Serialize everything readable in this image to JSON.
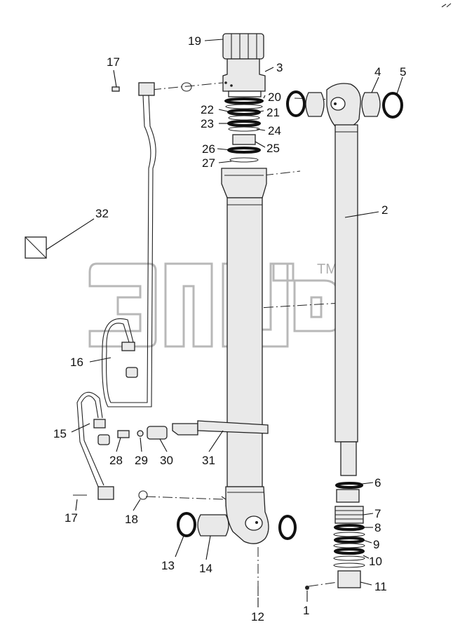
{
  "labels": {
    "l1": "1",
    "l2": "2",
    "l3": "3",
    "l4": "4",
    "l5": "5",
    "l6": "6",
    "l7": "7",
    "l8": "8",
    "l9": "9",
    "l10": "10",
    "l11": "11",
    "l12": "12",
    "l13": "13",
    "l14": "14",
    "l15": "15",
    "l16": "16",
    "l17a": "17",
    "l17b": "17",
    "l18": "18",
    "l19": "19",
    "l20": "20",
    "l21": "21",
    "l22": "22",
    "l23": "23",
    "l24": "24",
    "l25": "25",
    "l26": "26",
    "l27": "27",
    "l28": "28",
    "l29": "29",
    "l30": "30",
    "l31": "31",
    "l32": "32"
  },
  "watermark": {
    "trademark": "TM"
  }
}
